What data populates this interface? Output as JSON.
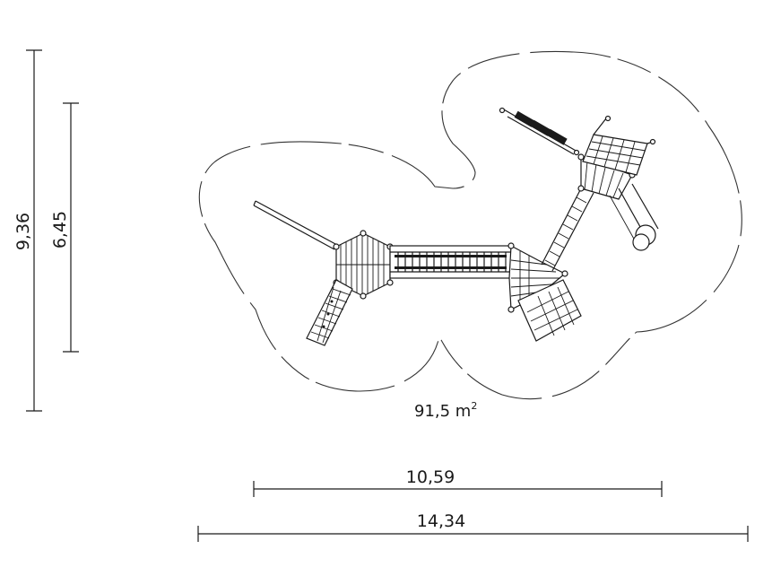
{
  "dimensions": {
    "total_height": "9,36",
    "equipment_height": "6,45",
    "equipment_width": "10,59",
    "total_width": "14,34"
  },
  "area": {
    "value": "91,5 m",
    "unit_superscript": "2"
  }
}
